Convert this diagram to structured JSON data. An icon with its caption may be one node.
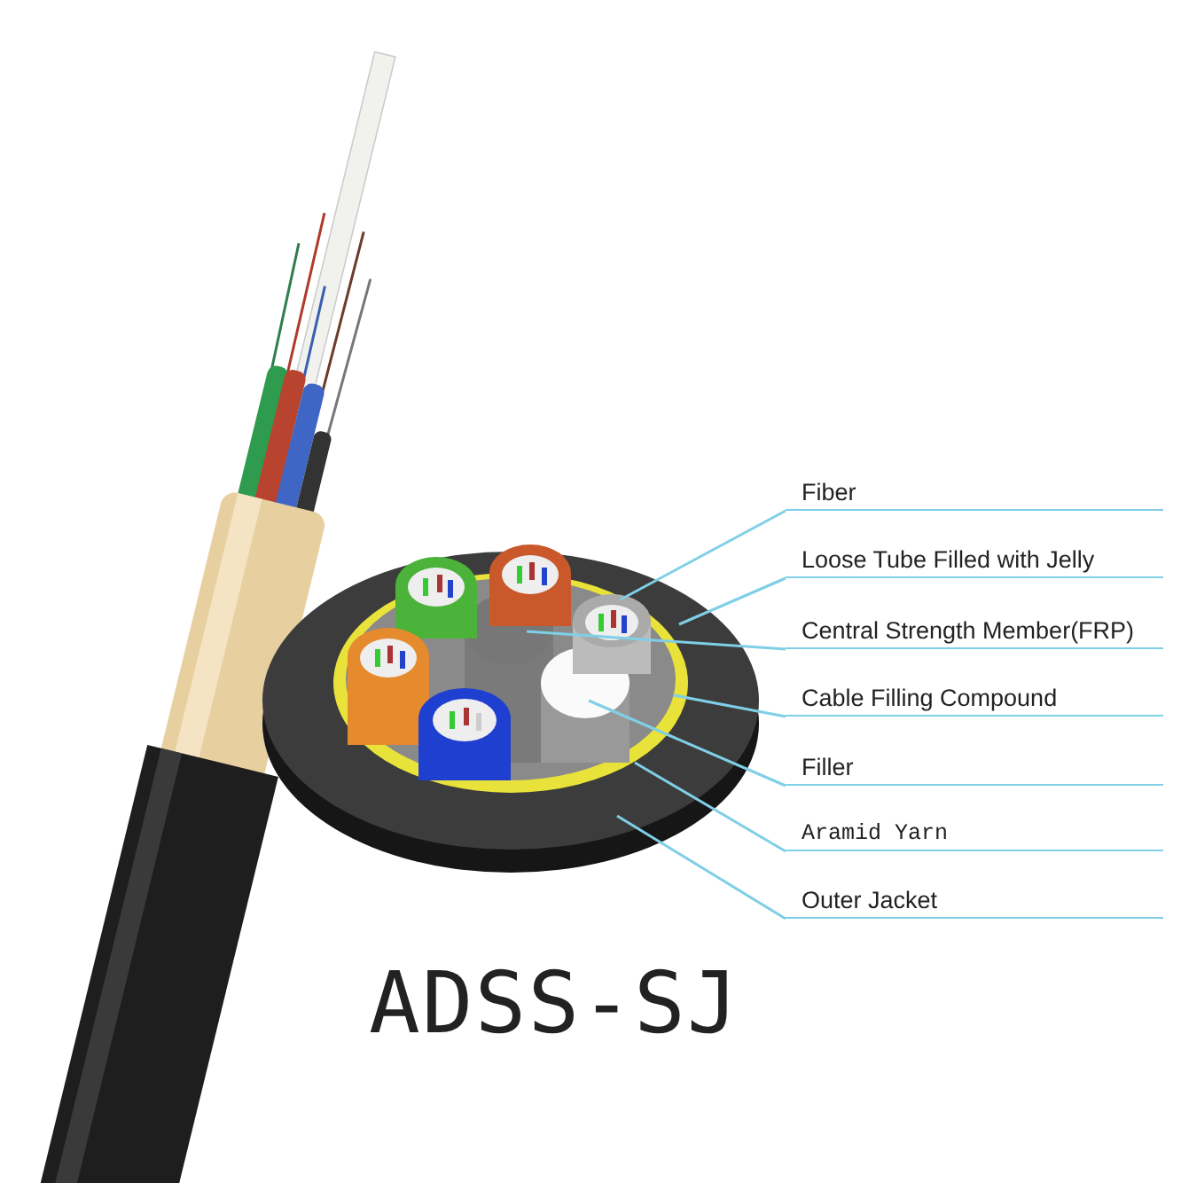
{
  "diagram": {
    "title": "ADSS-SJ",
    "nodes": [
      {
        "text": [
          "Fiber"
        ]
      },
      {
        "text": [
          "Loose Tube Filled with Jelly"
        ]
      },
      {
        "text": [
          "Central Strength Member(FRP)"
        ]
      },
      {
        "text": [
          "Cable Filling Compound"
        ]
      },
      {
        "text": [
          "Filler"
        ]
      },
      {
        "text": [
          "Aramid Yarn"
        ]
      },
      {
        "text": [
          "Outer Jacket"
        ]
      }
    ],
    "edges": [
      {
        "from": 0,
        "to": null,
        "arrow": "none"
      },
      {
        "from": 1,
        "to": null,
        "arrow": "none"
      },
      {
        "from": 2,
        "to": null,
        "arrow": "none"
      },
      {
        "from": 3,
        "to": null,
        "arrow": "none"
      },
      {
        "from": 4,
        "to": null,
        "arrow": "none"
      },
      {
        "from": 5,
        "to": null,
        "arrow": "none"
      },
      {
        "from": 6,
        "to": null,
        "arrow": "none"
      }
    ]
  }
}
